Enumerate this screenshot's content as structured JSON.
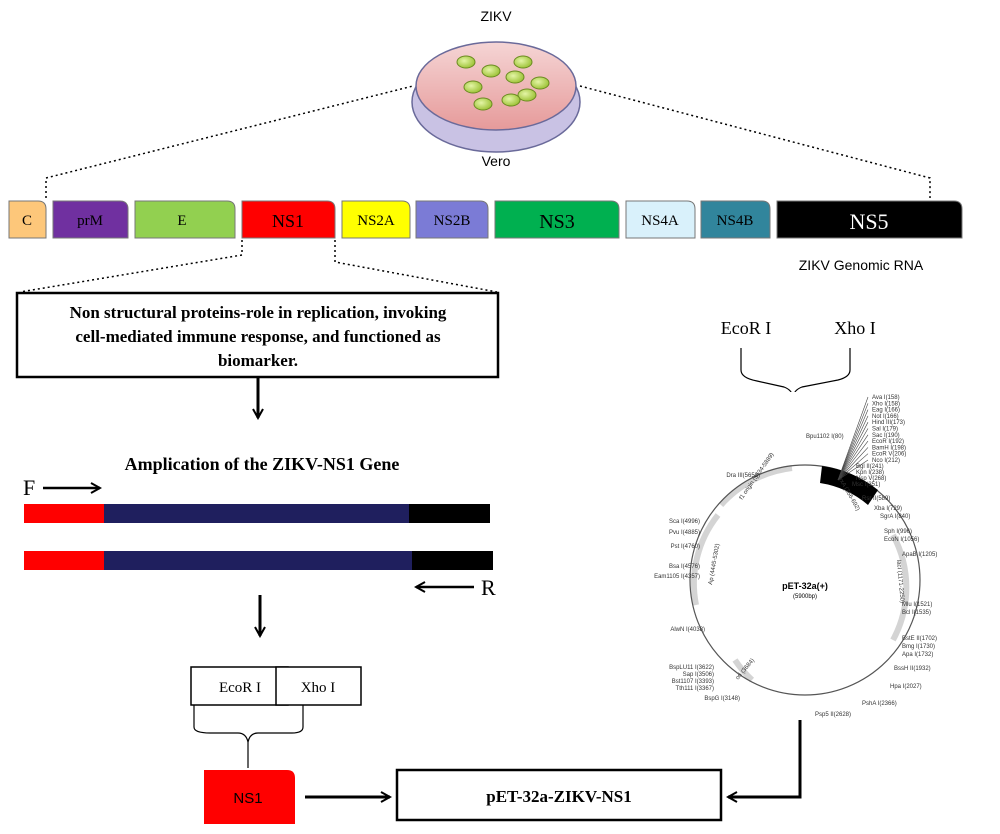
{
  "dish": {
    "virus_label": "ZIKV",
    "cell_label": "Vero"
  },
  "genome": {
    "segments": [
      {
        "label": "C",
        "color": "#fdc77a"
      },
      {
        "label": "prM",
        "color": "#7030a0"
      },
      {
        "label": "E",
        "color": "#92d050"
      },
      {
        "label": "NS1",
        "color": "#ff0000"
      },
      {
        "label": "NS2A",
        "color": "#ffff00"
      },
      {
        "label": "NS2B",
        "color": "#7b7bd6"
      },
      {
        "label": "NS3",
        "color": "#00b050"
      },
      {
        "label": "NS4A",
        "color": "#d9f1fb"
      },
      {
        "label": "NS4B",
        "color": "#31859c"
      },
      {
        "label": "NS5",
        "color": "#000000"
      }
    ],
    "caption": "ZIKV Genomic RNA"
  },
  "description": {
    "line1": "Non structural proteins-role in replication, invoking",
    "line2": "cell-mediated immune response, and functioned as",
    "line3": "biomarker."
  },
  "amplification": {
    "title": "Amplication of the ZIKV-NS1 Gene",
    "forward": "F",
    "reverse": "R"
  },
  "enzymes": {
    "ecor": "EcoR I",
    "xho": "Xho I"
  },
  "insert_label": "NS1",
  "product_label": "pET-32a-ZIKV-NS1",
  "plasmid": {
    "name": "pET-32a(+)",
    "size": "(5900bp)",
    "features": {
      "f1": "f1 origin (5434-5889)",
      "ap": "Ap (4445-5302)",
      "ori": "ori (3684)",
      "lac": "lacI (1171-2250)",
      "trxa": "trxA (366-692)"
    },
    "sites_top": [
      "Ava I(158)",
      "Xho I(158)",
      "Eag I(166)",
      "Not I(166)",
      "Hind III(173)",
      "Sal I(179)",
      "Sac I(190)",
      "EcoR I(192)",
      "BamH I(198)",
      "EcoR V(206)",
      "Nco I(212)"
    ],
    "sites_right": [
      "Bgl II(241)",
      "Kpn I(238)",
      "Nsp V(268)",
      "Msc I(351)",
      "Rsr II(589)",
      "Xba I(729)",
      "SgrA I(840)",
      "Sph I(996)",
      "EcoN I(1056)",
      "ApaB I(1205)",
      "Mlu I(1521)",
      "Bcl I(1535)",
      "BstE II(1702)",
      "Bmg I(1730)",
      "Apa I(1732)",
      "BssH II(1932)",
      "Hpa I(2027)",
      "PshA I(2366)",
      "Psp5 II(2628)"
    ],
    "sites_left": [
      "Bpu1102 I(80)",
      "Dra III(5658)",
      "Sca I(4996)",
      "Pvu I(4885)",
      "Pst I(4760)",
      "Bsa I(4576)",
      "Eam1105 I(4357)",
      "AlwN I(4038)",
      "BspLU11 I(3622)",
      "Sap I(3506)",
      "Bst1107 I(3393)",
      "Tth111 I(3367)",
      "BspG I(3148)"
    ]
  }
}
